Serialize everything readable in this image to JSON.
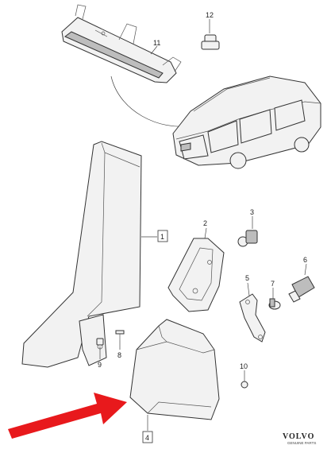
{
  "callouts": {
    "c1": "1",
    "c2": "2",
    "c3": "3",
    "c4": "4",
    "c5": "5",
    "c6": "6",
    "c7": "7",
    "c8": "8",
    "c9": "9",
    "c10": "10",
    "c11": "11",
    "c12": "12"
  },
  "brand": {
    "logo": "VOLVO",
    "sub": "GENUINE PARTS"
  },
  "colors": {
    "arrow": "#e8191c",
    "line": "#333333",
    "part_fill": "#f2f2f2",
    "lens_fill": "#bdbdbd"
  }
}
